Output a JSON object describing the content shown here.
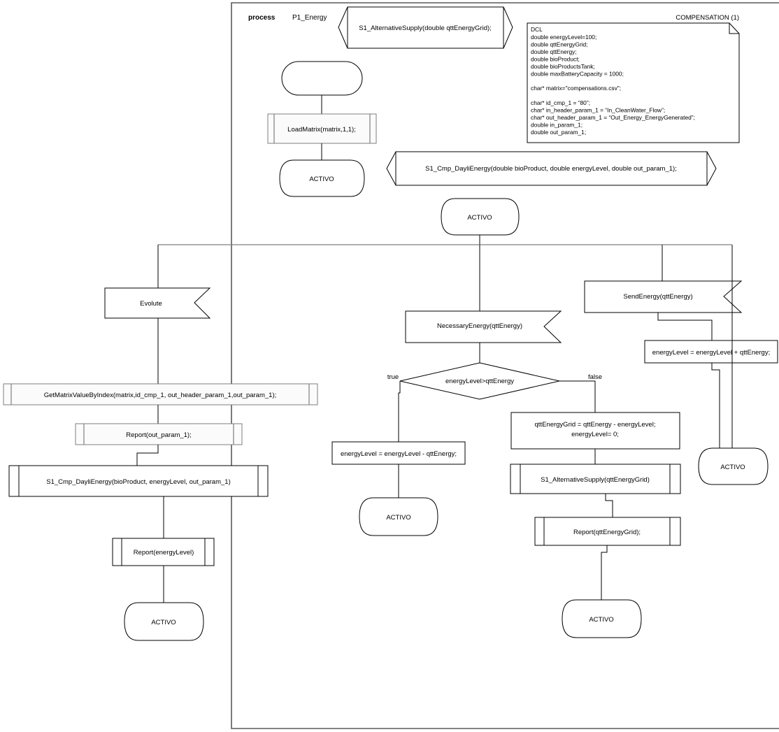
{
  "diagram": {
    "type": "SDL process flow diagram",
    "frame": {
      "keyword": "process",
      "name": "P1_Energy"
    },
    "compensation_label": "COMPENSATION (1)",
    "colors": {
      "line": "#000000",
      "frame": "#595959",
      "shade": "#fbfbfb",
      "accent_gray": "#7f7f7f"
    }
  },
  "dcl": {
    "title": "DCL",
    "lines": [
      "double energyLevel=100;",
      "double qttEnergyGrid;",
      "double qttEnergy;",
      "double bioProduct;",
      "double bioProductsTank;",
      "double maxBatteryCapacity = 1000;",
      "",
      "char* matrix=\"compensations.csv\";",
      "",
      "char* id_cmp_1 = “80”;",
      "char* in_header_param_1 = “In_CleanWater_Flow”;",
      "char* out_header_param_1 = “Out_Energy_EnergyGenerated”;",
      "double in_param_1;",
      "double out_param_1;"
    ]
  },
  "nodes": {
    "signal_alt_supply_decl": "S1_AlternativeSupply(double qttEnergyGrid);",
    "start_symbol": "",
    "load_matrix": "LoadMatrix(matrix,1,1);",
    "state_activo_1": "ACTIVO",
    "signal_cmp_dayli_decl": "S1_Cmp_DayliEnergy(double bioProduct, double energyLevel, double out_param_1);",
    "state_activo_main": "ACTIVO",
    "input_evolute": "Evolute",
    "input_necessary_energy": "NecessaryEnergy(qttEnergy)",
    "input_send_energy": "SendEnergy(qttEnergy)",
    "proc_get_matrix": "GetMatrixValueByIndex(matrix,id_cmp_1, out_header_param_1,out_param_1);",
    "proc_report_out_param": "Report(out_param_1);",
    "out_cmp_dayli": "S1_Cmp_DayliEnergy(bioProduct, energyLevel, out_param_1)",
    "proc_report_energy_level": "Report(energyLevel)",
    "state_activo_left": "ACTIVO",
    "decision": "energyLevel>qttEnergy",
    "branch_true": "true",
    "branch_false": "false",
    "task_minus": "energyLevel = energyLevel - qttEnergy;",
    "state_activo_true": "ACTIVO",
    "task_grid_line1": "qttEnergyGrid = qttEnergy - energyLevel;",
    "task_grid_line2": "energyLevel= 0;",
    "out_alt_supply": "S1_AlternativeSupply(qttEnergyGrid)",
    "proc_report_grid": "Report(qttEnergyGrid);",
    "state_activo_false": "ACTIVO",
    "task_plus": "energyLevel = energyLevel + qttEnergy;",
    "state_activo_right": "ACTIVO"
  }
}
